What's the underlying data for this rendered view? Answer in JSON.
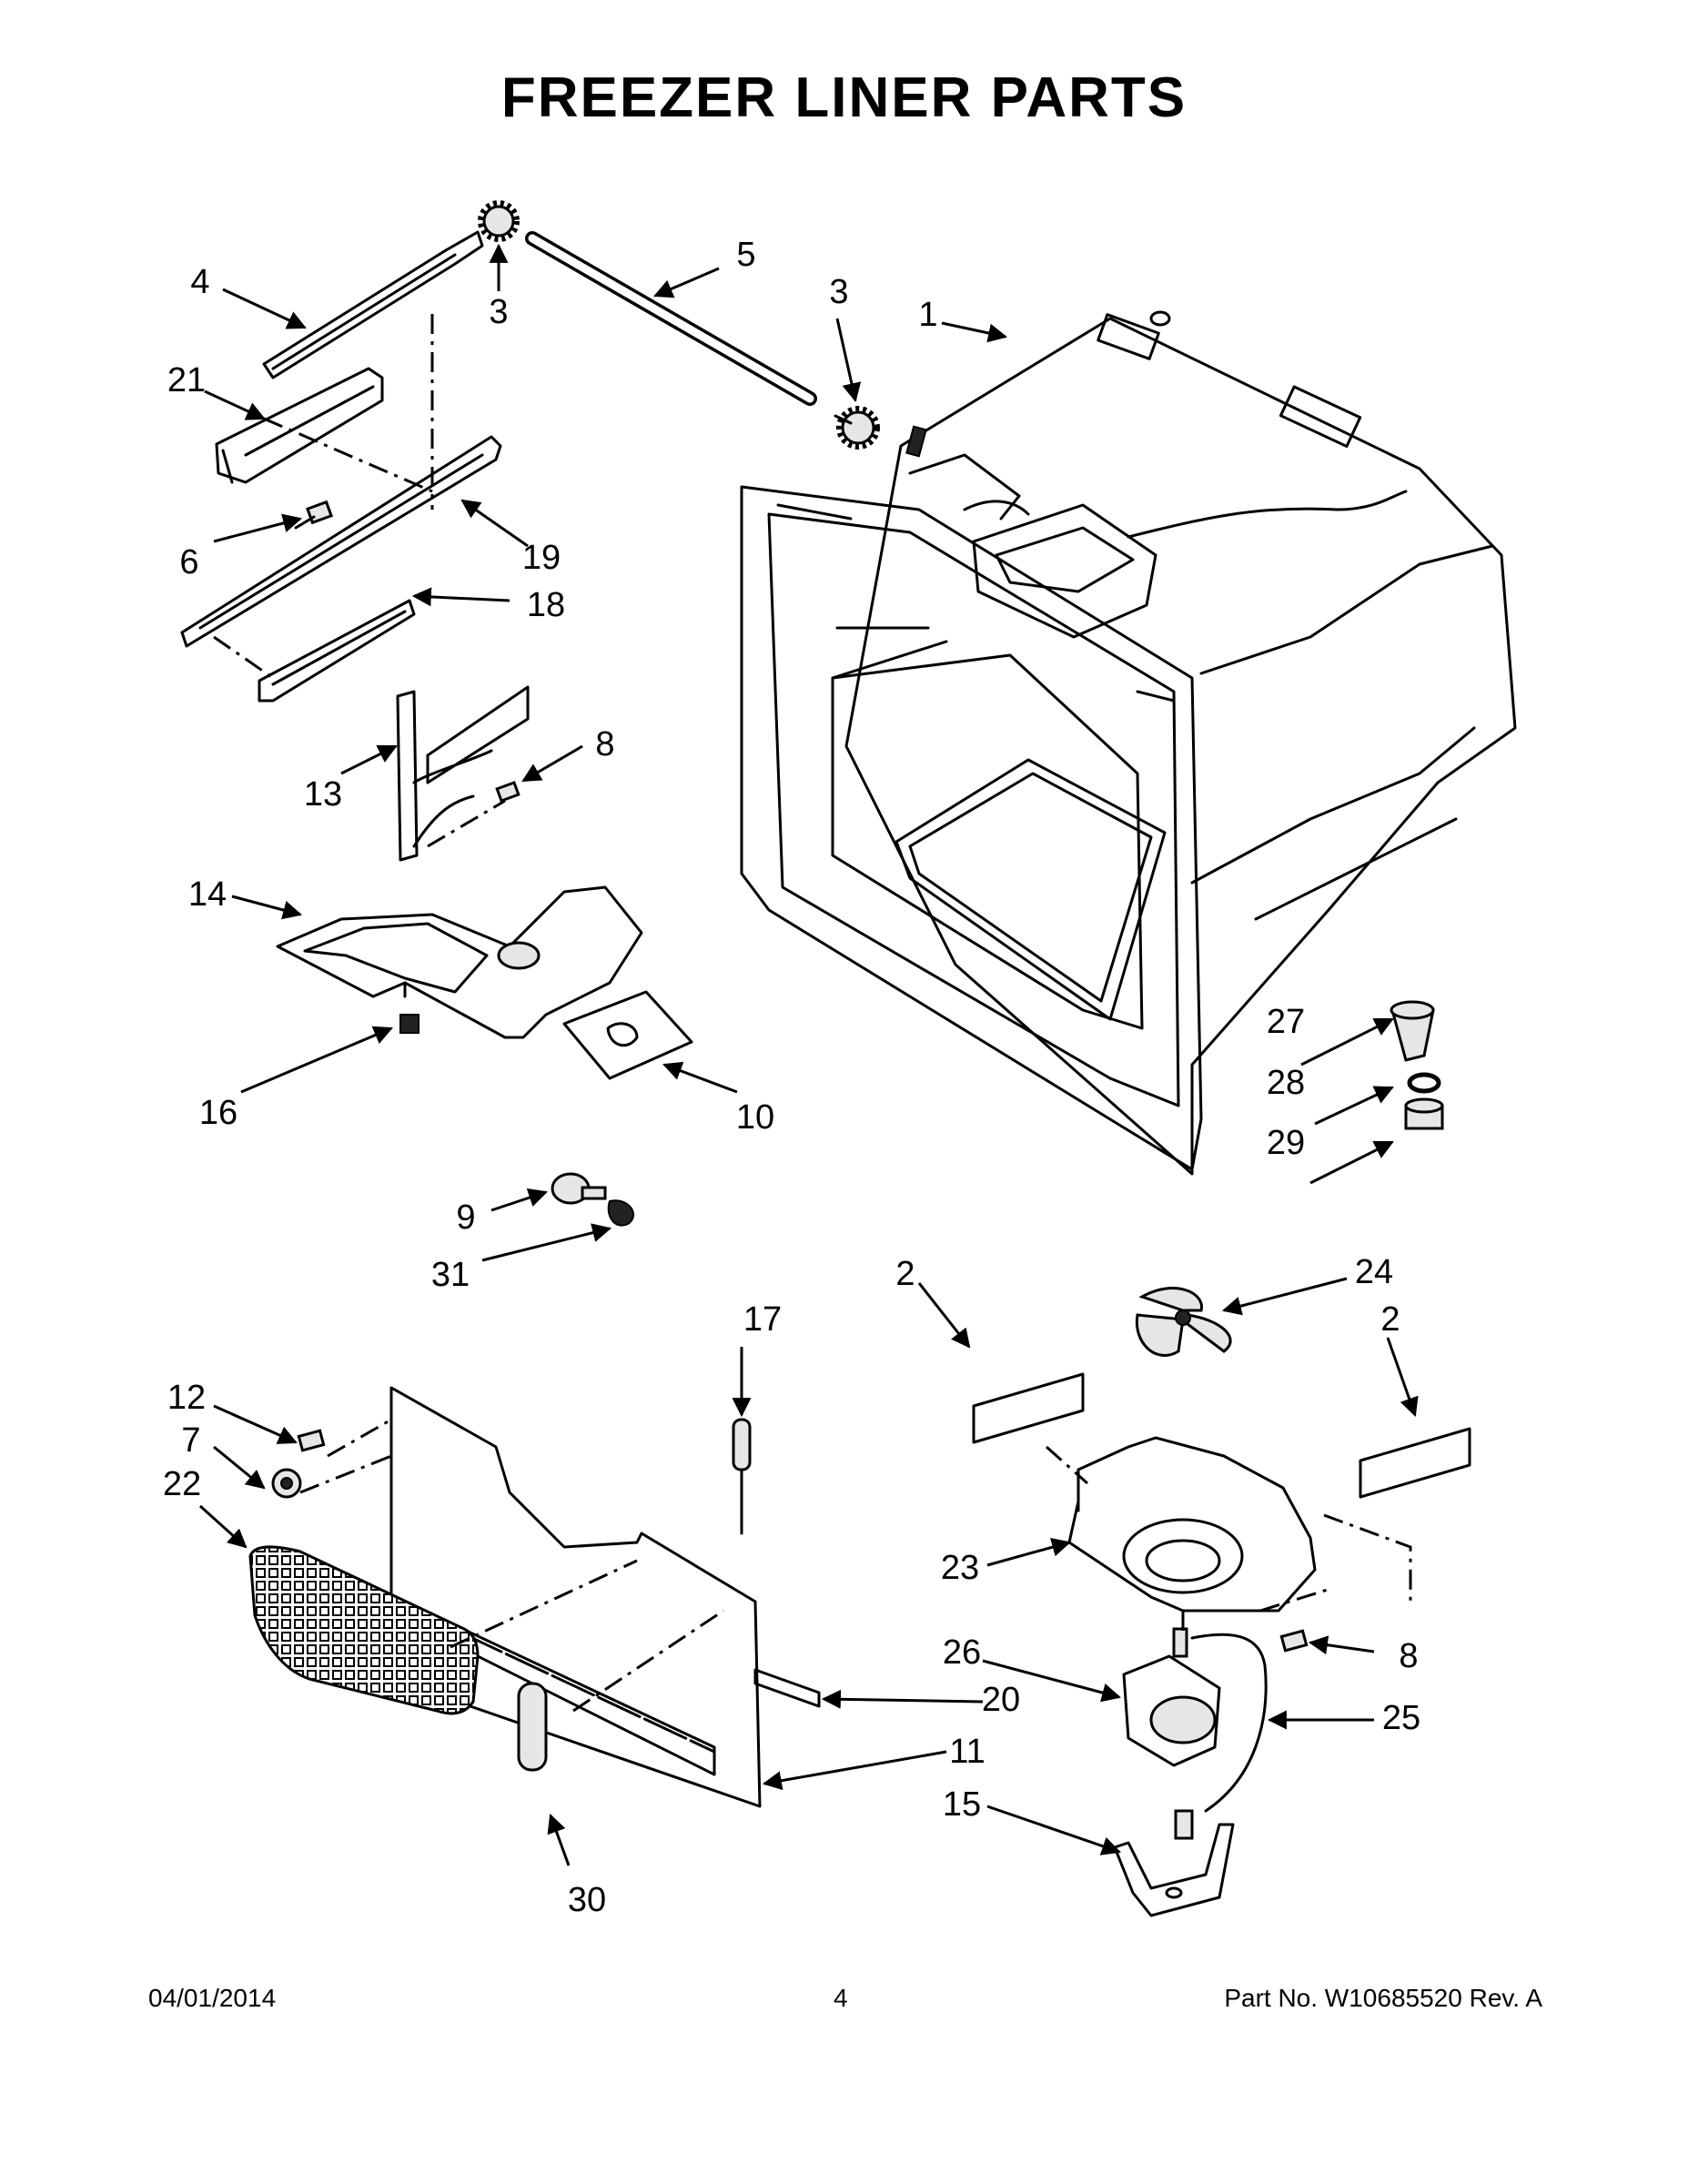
{
  "title": "FREEZER LINER PARTS",
  "callouts": {
    "c1": "1",
    "c2a": "2",
    "c2b": "2",
    "c3a": "3",
    "c3b": "3",
    "c4": "4",
    "c5": "5",
    "c6": "6",
    "c7": "7",
    "c8a": "8",
    "c8b": "8",
    "c9": "9",
    "c10": "10",
    "c11": "11",
    "c12": "12",
    "c13": "13",
    "c14": "14",
    "c15": "15",
    "c16": "16",
    "c17": "17",
    "c18": "18",
    "c19": "19",
    "c20": "20",
    "c21": "21",
    "c22": "22",
    "c23": "23",
    "c24": "24",
    "c25": "25",
    "c26": "26",
    "c27": "27",
    "c28": "28",
    "c29": "29",
    "c30": "30",
    "c31": "31"
  },
  "footer": {
    "date": "04/01/2014",
    "page": "4",
    "part_number": "Part No.  W10685520  Rev.  A"
  }
}
